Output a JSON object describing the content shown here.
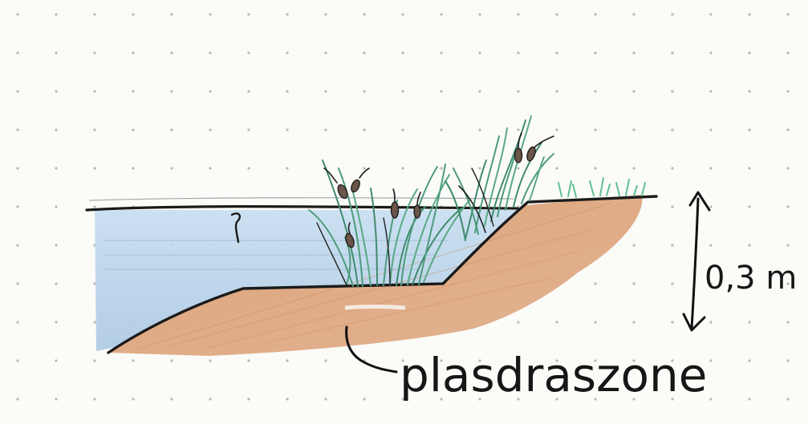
{
  "diagram": {
    "depth_label": "0,3 m",
    "zone_label": "plasdraszone"
  },
  "colors": {
    "paper": "#fbfbf8",
    "dots": "#b9b9b3",
    "water": "#bcd5ea",
    "soil": "#d9a57f",
    "reeds": "#4e9a7a",
    "reed_heads": "#6a5548",
    "ink": "#1a1a1a"
  },
  "icons": {
    "depth_arrow": "double-headed-arrow",
    "wave_mark": "squiggle-icon"
  }
}
